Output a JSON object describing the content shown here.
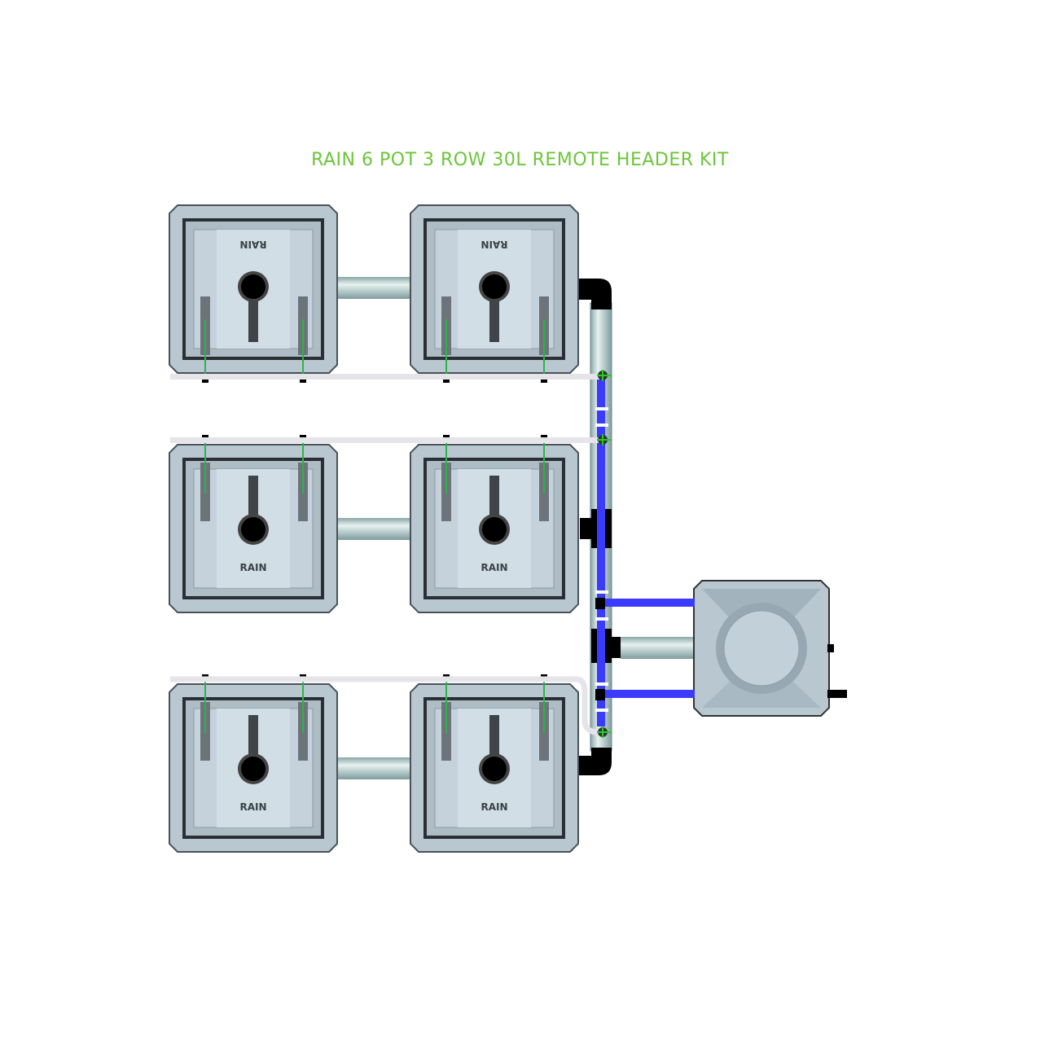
{
  "title": "RAIN 6 POT 3 ROW 30L REMOTE HEADER KIT",
  "colors": {
    "title": "#6cc53a",
    "pot_body": "#b9c7d1",
    "pipe": "#a9c3c4",
    "feed_line": "#3b3bff",
    "fitting": "#000000",
    "drip_line": "#e4e4ea",
    "drip_stake": "#2bb34a"
  },
  "pots": [
    {
      "row": 1,
      "col": 1,
      "logo": "RAIN",
      "logo_inverted": true
    },
    {
      "row": 1,
      "col": 2,
      "logo": "RAIN",
      "logo_inverted": true
    },
    {
      "row": 2,
      "col": 1,
      "logo": "RAIN",
      "logo_inverted": false
    },
    {
      "row": 2,
      "col": 2,
      "logo": "RAIN",
      "logo_inverted": false
    },
    {
      "row": 3,
      "col": 1,
      "logo": "RAIN",
      "logo_inverted": false
    },
    {
      "row": 3,
      "col": 2,
      "logo": "RAIN",
      "logo_inverted": false
    }
  ],
  "reservoir": {
    "icon": "reservoir-tank-icon"
  }
}
